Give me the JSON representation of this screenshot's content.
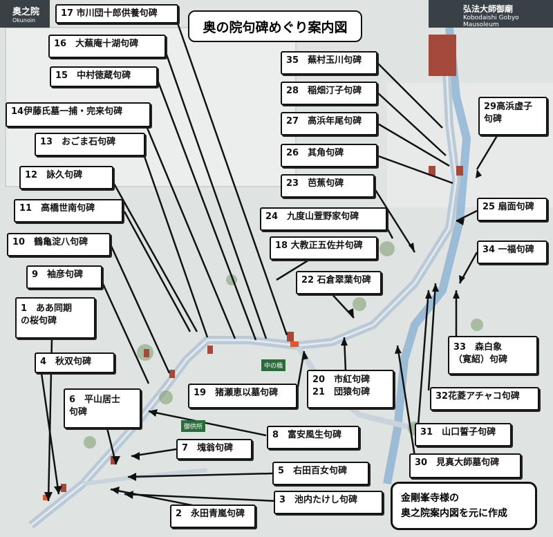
{
  "title": "奥の院句碑めぐり案内図",
  "note": "金剛峯寺様の\n奥之院案内図を元に作成",
  "sign_left": {
    "jp": "奥之院",
    "en": "Okunoin"
  },
  "mausoleum": {
    "jp": "弘法大師御廟",
    "en": "Kobodaishi Gobyo Mausoleum"
  },
  "bridges": {
    "nakanohashi": "中の橋",
    "gokusho": "御供所"
  },
  "colors": {
    "road": "#b9c9d6",
    "river": "#7fa9d0",
    "box_border": "#111111"
  },
  "labels": [
    {
      "text": "17 市川団十郎供養句碑"
    },
    {
      "text": "16　大蕪庵十湖句碑"
    },
    {
      "text": "15　中村徳蔵句碑"
    },
    {
      "text": "14伊藤氏墓一捕・完来句碑"
    },
    {
      "text": "13　おごま石句碑"
    },
    {
      "text": "12　詠久句碑"
    },
    {
      "text": "11　高橋世南句碑"
    },
    {
      "text": "10　鶴亀淀八句碑"
    },
    {
      "text": "9　袖彦句碑"
    },
    {
      "text": "1　ああ同期\nの桜句碑"
    },
    {
      "text": "4　秋双句碑"
    },
    {
      "text": "6　平山居士\n句碑"
    },
    {
      "text": "7　塊翁句碑"
    },
    {
      "text": "2　永田青嵐句碑"
    },
    {
      "text": "3　池内たけし句碑"
    },
    {
      "text": "5　右田百女句碑"
    },
    {
      "text": "8　富安風生句碑"
    },
    {
      "text": "19　猪瀬恵以墓句碑"
    },
    {
      "text": "20　市紅句碑\n21　団猿句碑"
    },
    {
      "text": "22 石倉翠葉句碑"
    },
    {
      "text": "18 大教正五佐井句碑"
    },
    {
      "text": "24　九度山萱野家句碑"
    },
    {
      "text": "23　芭蕉句碑"
    },
    {
      "text": "26　其角句碑"
    },
    {
      "text": "27　高浜年尾句碑"
    },
    {
      "text": "28　稲畑汀子句碑"
    },
    {
      "text": "35　蕪村玉川句碑"
    },
    {
      "text": "29高浜虚子\n句碑"
    },
    {
      "text": "25 扇面句碑"
    },
    {
      "text": "34 一福句碑"
    },
    {
      "text": "33　森白象\n（寛紹）句碑"
    },
    {
      "text": "32花菱アチャコ句碑"
    },
    {
      "text": "31　山口誓子句碑"
    },
    {
      "text": "30　見真大師墓句碑"
    }
  ]
}
